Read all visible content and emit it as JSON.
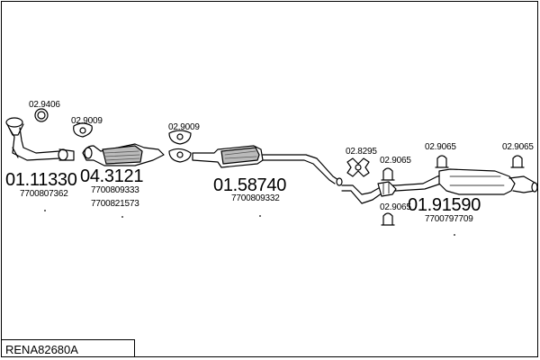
{
  "diagram_code": "RENA82680A",
  "parts": [
    {
      "id": "gasket-1",
      "small": "02.9406"
    },
    {
      "id": "gasket-2",
      "small": "02.9009"
    },
    {
      "id": "front-pipe",
      "big": "01.11330",
      "refs": [
        "7700807362"
      ]
    },
    {
      "id": "catalyst",
      "big": "04.3121",
      "refs": [
        "7700809333",
        "7700821573"
      ]
    },
    {
      "id": "gasket-3",
      "small": "02.9009"
    },
    {
      "id": "middle-silencer",
      "big": "01.58740",
      "refs": [
        "7700809332"
      ]
    },
    {
      "id": "clamp-kit",
      "small": "02.8295"
    },
    {
      "id": "hanger-1",
      "small": "02.9065"
    },
    {
      "id": "hanger-2",
      "small": "02.9065"
    },
    {
      "id": "hanger-3",
      "small": "02.9065"
    },
    {
      "id": "hanger-4",
      "small": "02.9065"
    },
    {
      "id": "rear-silencer",
      "big": "01.91590",
      "refs": [
        "7700797709"
      ]
    }
  ]
}
